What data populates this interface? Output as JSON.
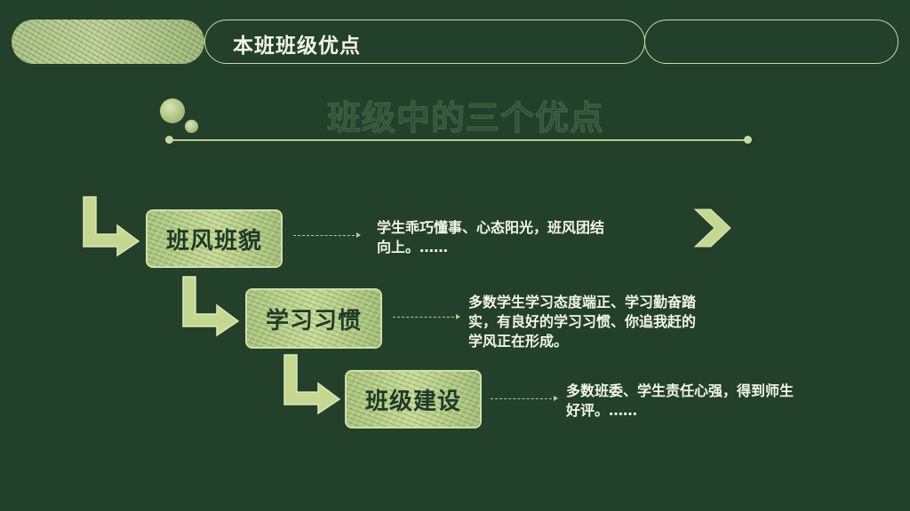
{
  "header": {
    "title": "本班班级优点"
  },
  "section": {
    "title": "班级中的三个优点"
  },
  "steps": [
    {
      "label": "班风班貌",
      "desc_lines": [
        "学生乖巧懂事、心态阳光，班风团结",
        "向上。……"
      ]
    },
    {
      "label": "学习习惯",
      "desc_lines": [
        "多数学生学习态度端正、学习勤奋踏",
        "实，有良好的学习习惯、你追我赶的",
        "学风正在形成。"
      ]
    },
    {
      "label": "班级建设",
      "desc_lines": [
        "多数班委、学生责任心强，得到师生",
        "好评。……"
      ]
    }
  ],
  "icons": {
    "next": "chevron-right-icon",
    "step_arrow": "bent-arrow-icon"
  },
  "colors": {
    "background": "#22402a",
    "chalk": "#c5da94",
    "text": "#f2f6e6"
  }
}
